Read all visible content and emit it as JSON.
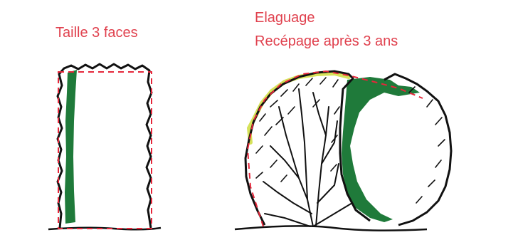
{
  "colors": {
    "label": "#e0414e",
    "guide": "#e5263a",
    "foliage_green": "#1f7a3a",
    "regrowth_yellow": "#d6e25a",
    "ink": "#111111"
  },
  "labels": {
    "left_title": "Taille 3 faces",
    "right_line1": "Elaguage",
    "right_line2": "Recépage après 3 ans"
  },
  "icons": {
    "left_drawing": "hedge-trimmed-three-sides-illustration",
    "right_drawing": "shrub-pruned-and-coppiced-illustration"
  }
}
